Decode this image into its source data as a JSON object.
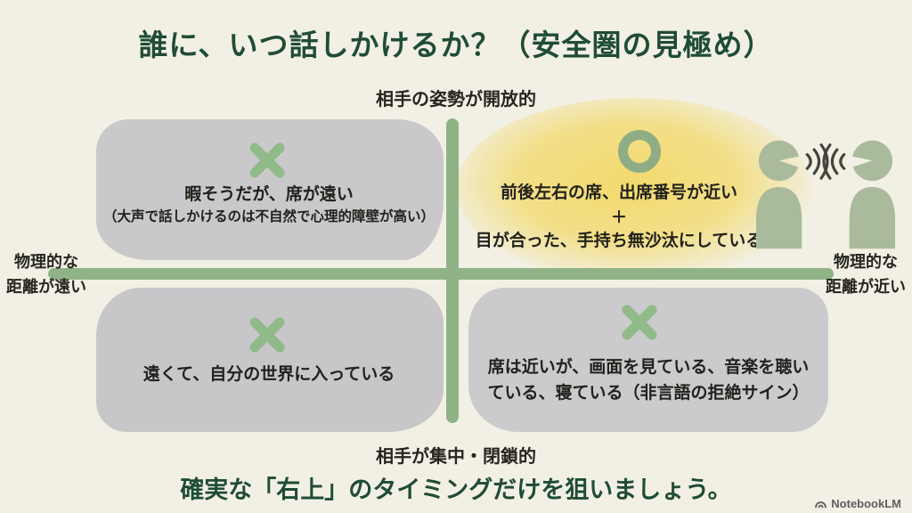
{
  "title": "誰に、いつ話しかけるか？（安全圏の見極め）",
  "axes": {
    "top": "相手の姿勢が開放的",
    "bottom": "相手が集中・閉鎖的",
    "left_line1": "物理的な",
    "left_line2": "距離が遠い",
    "right_line1": "物理的な",
    "right_line2": "距離が近い"
  },
  "quadrants": {
    "top_left": {
      "mark": "x",
      "line1": "暇そうだが、席が遠い",
      "line2": "（大声で話しかけるのは不自然で心理的障壁が高い）"
    },
    "top_right": {
      "mark": "circle",
      "line1": "前後左右の席、出席番号が近い",
      "line2": "＋",
      "line3": "目が合った、手持ち無沙汰にしている"
    },
    "bottom_left": {
      "mark": "x",
      "line1": "遠くて、自分の世界に入っている"
    },
    "bottom_right": {
      "mark": "x",
      "line1": "席は近いが、画面を見ている、音楽を聴い",
      "line2": "ている、寝ている（非言語の拒絶サイン）"
    }
  },
  "footer": {
    "statement": "確実な「右上」のタイミングだけを狙いましょう。",
    "brand": "NotebookLM"
  },
  "icons": {
    "top_right_people": "two-people-talking-icon",
    "x_marks": "x-icon",
    "circle_mark": "circle-icon"
  },
  "colors": {
    "background": "#f2f0e4",
    "title_green": "#1f4c35",
    "axis_green": "#8fb286",
    "mark_green": "#8cba83",
    "blob_gray": "#c9c8ca",
    "glow_yellow": "#f3da6e",
    "person_green": "#a9bb9a",
    "text_dark": "#22211c",
    "brand_gray": "#5d5d5d"
  }
}
